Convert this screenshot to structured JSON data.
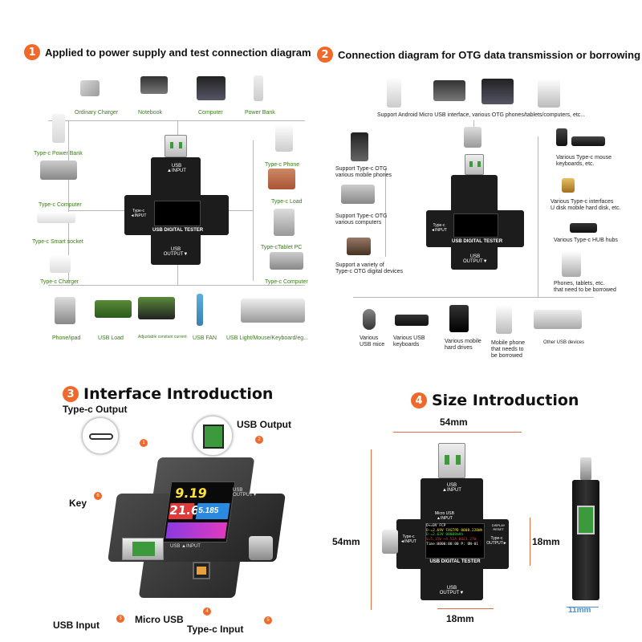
{
  "sections": {
    "s1": {
      "num": "1",
      "title": "Applied to power supply and test connection diagram"
    },
    "s2": {
      "num": "2",
      "title": "Connection diagram for OTG data transmission or borrowing"
    },
    "s3": {
      "num": "3",
      "title": "Interface Introduction"
    },
    "s4": {
      "num": "4",
      "title": "Size Introduction"
    }
  },
  "d1": {
    "top": [
      "Ordinary Charger",
      "Notebook",
      "Computer",
      "Power Bank"
    ],
    "left": [
      "Type-c Power Bank",
      "Type-c Computer",
      "Type-c Smart socket",
      "Type-c Charger"
    ],
    "right": [
      "Type-c Phone",
      "Type-c Load",
      "Type-cTablet PC",
      "Type-c Computer"
    ],
    "bottom": [
      "Phone/ipad",
      "USB Load",
      "Adjustable constant current",
      "USB FAN",
      "USB Light/Mouse/Keyboard/eg..."
    ]
  },
  "d2": {
    "top": "Support Android Micro USB interface, various OTG phones/tablets/computers, etc...",
    "left": [
      "Support Type-c OTG\nvarious mobile phones",
      "Support Type-c OTG\nvarious computers",
      "Support a variety of\nType-c OTG digital devices"
    ],
    "right": [
      "Various Type-c mouse\nkeyboards, etc.",
      "Various Type-c interfaces\nU disk mobile hard disk, etc.",
      "Various Type-c HUB hubs",
      "Phones, tablets, etc.\nthat need to be borrowed"
    ],
    "bottom": [
      "Various\nUSB mice",
      "Various USB\nkeyboards",
      "Various mobile\nhard drives",
      "Mobile phone\nthat needs to\nbe borrowed",
      "Other USB devices"
    ]
  },
  "tester": {
    "usb_input": "USB\n▲INPUT",
    "typec_input": "Type-c\n◄INPUT",
    "typec_output": "Type-c\nOUTPUT►",
    "usb_output": "USB\nOUTPUT▼",
    "micro_usb": "Micro USB\n▲INPUT",
    "display_reset": "DISPLAY\nRESET",
    "name": "USB DIGITAL TESTER",
    "screen": [
      "D+=0V  FCP",
      "D-=2.69V FASTPD 0008.220Wh",
      "D-=2.63V    00008mAh",
      "V=5.15V ⟷4.52A 0023.27W",
      "Time:0000:00:00  P: ON-01"
    ]
  },
  "interfaces": {
    "typec_output": "Type-c Output",
    "usb_output": "USB Output",
    "key": "Key",
    "usb_input": "USB Input",
    "micro_usb": "Micro USB",
    "typec_input": "Type-c Input",
    "badges": [
      "1",
      "2",
      "3",
      "4",
      "5",
      "6"
    ],
    "screen_big": [
      "9.19",
      "21.6",
      "5.185"
    ]
  },
  "size": {
    "width": "54mm",
    "height": "54mm",
    "bottom": "18mm",
    "right": "18mm",
    "thickness": "11mm"
  },
  "colors": {
    "accent": "#ef6a2a",
    "green": "#3a7a1a",
    "dim": "#e07040"
  }
}
